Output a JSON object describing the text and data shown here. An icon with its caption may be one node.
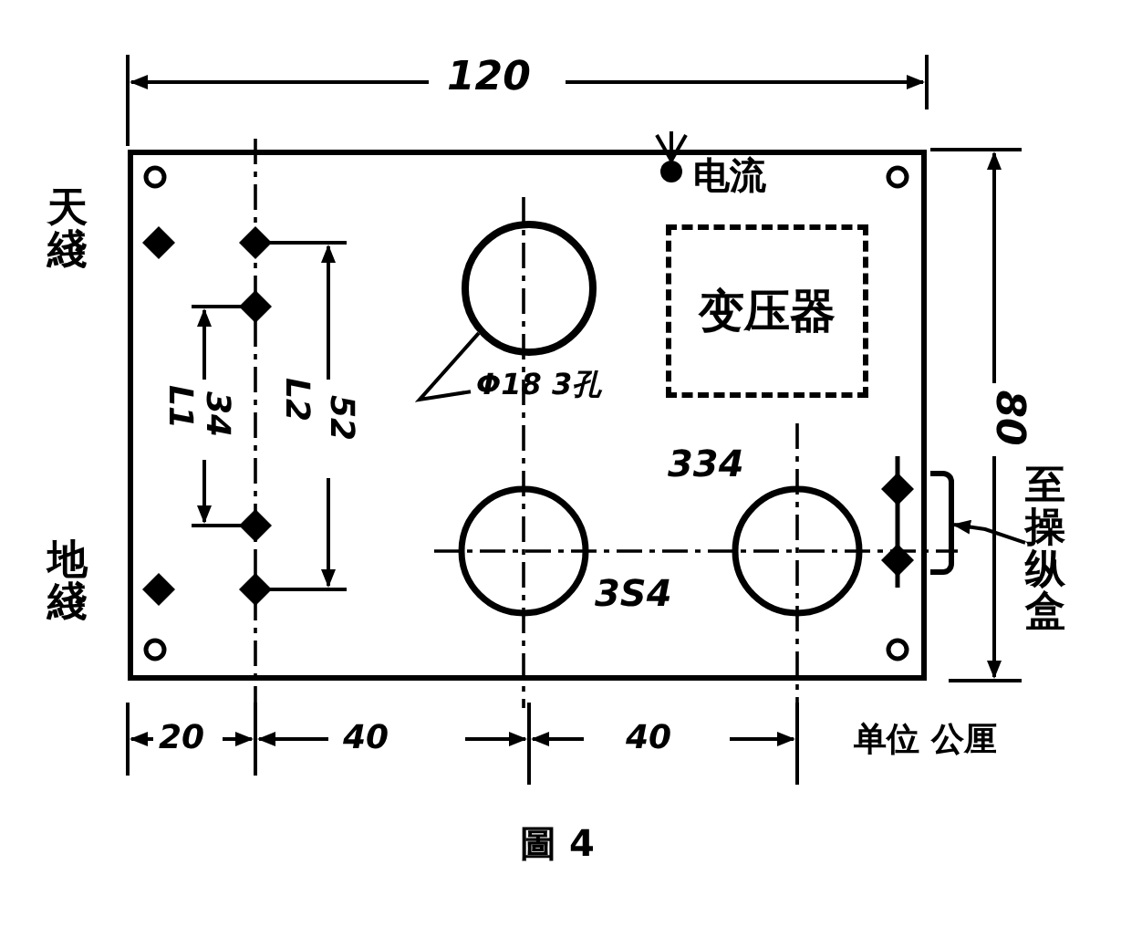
{
  "diagram": {
    "caption": "圖 4",
    "nodes": [
      {
        "text": [],
        "shape": "box"
      },
      {
        "text": [
          "变压器"
        ],
        "in": 0
      },
      {
        "text": [],
        "shape": "circle",
        "in": 0
      },
      {
        "text": [
          "Φ18 3孔"
        ],
        "in": 0
      },
      {
        "text": [],
        "shape": "box"
      },
      {
        "text": [
          "至操纵盒"
        ]
      }
    ],
    "edges": [
      {
        "from": 3,
        "to": 2,
        "arrow": "none"
      },
      {
        "from": 5,
        "to": 4,
        "arrow": "to"
      }
    ],
    "labels": [
      "120",
      "天綫",
      "电流",
      "L1",
      "34",
      "L2",
      "52",
      "334",
      "80",
      "地綫",
      "3S4",
      "20",
      "40",
      "40",
      "单位 公厘"
    ]
  }
}
